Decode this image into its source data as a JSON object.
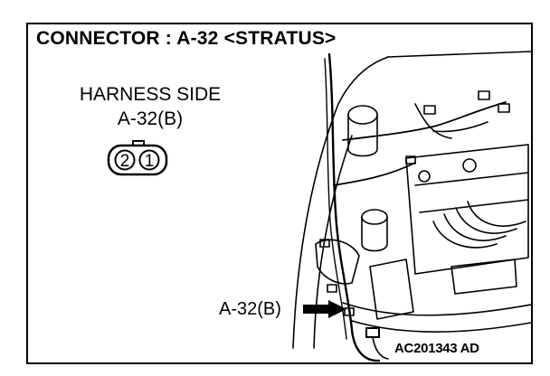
{
  "title": "CONNECTOR : A-32 <STRATUS>",
  "harness_side": {
    "line1": "HARNESS SIDE",
    "line2": "A-32(B)"
  },
  "connector_pins": [
    "2",
    "1"
  ],
  "callout_label": "A-32(B)",
  "figure_code": "AC201343 AD",
  "colors": {
    "ink": "#000000",
    "paper": "#ffffff"
  }
}
